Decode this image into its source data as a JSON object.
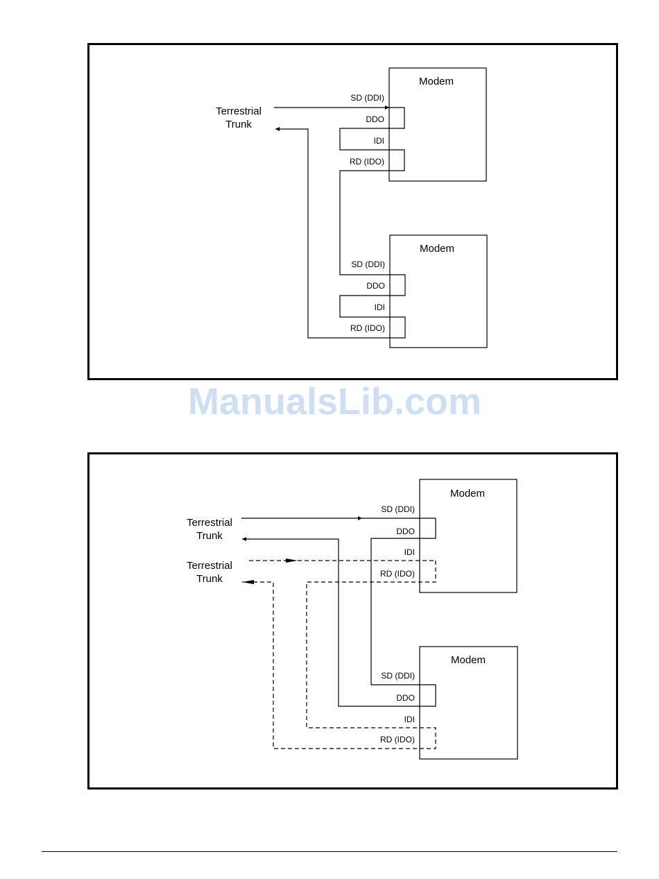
{
  "watermark": "ManualsLib.com",
  "figure1": {
    "trunk_label_line1": "Terrestrial",
    "trunk_label_line2": "Trunk",
    "modem_upper": {
      "title": "Modem",
      "pins": {
        "sd": "SD (DDI)",
        "ddo": "DDO",
        "idi": "IDI",
        "rd": "RD (IDO)"
      }
    },
    "modem_lower": {
      "title": "Modem",
      "pins": {
        "sd": "SD (DDI)",
        "ddo": "DDO",
        "idi": "IDI",
        "rd": "RD (IDO)"
      }
    }
  },
  "figure2": {
    "trunk_a_line1": "Terrestrial",
    "trunk_a_line2": "Trunk",
    "trunk_b_line1": "Terrestrial",
    "trunk_b_line2": "Trunk",
    "modem_upper": {
      "title": "Modem",
      "pins": {
        "sd": "SD (DDI)",
        "ddo": "DDO",
        "idi": "IDI",
        "rd": "RD (IDO)"
      }
    },
    "modem_lower": {
      "title": "Modem",
      "pins": {
        "sd": "SD (DDI)",
        "ddo": "DDO",
        "idi": "IDI",
        "rd": "RD (IDO)"
      }
    }
  }
}
